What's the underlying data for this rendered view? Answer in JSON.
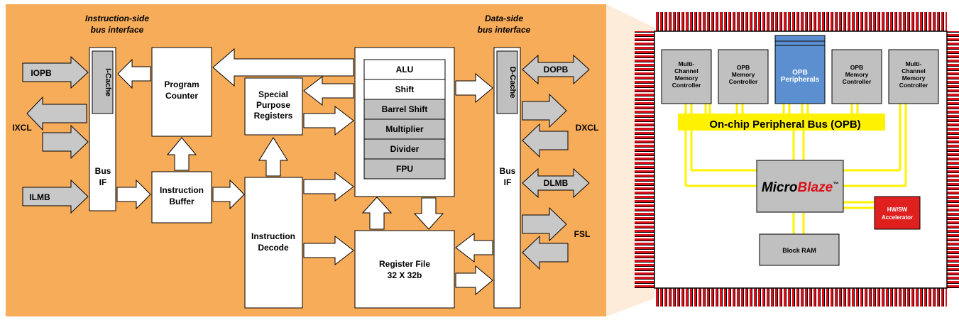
{
  "colors": {
    "background": "#f7ac5a",
    "arrow_gray": "#c8c8c8",
    "box_white": "#ffffff",
    "box_gray": "#c0c0c0",
    "peripheral_blue": "#5b8fd0",
    "bus_yellow": "#fff200",
    "pin_red": "#d9101a",
    "accelerator_red": "#e0201f"
  },
  "left": {
    "instr_side_label": [
      "Instruction-side",
      "bus interface"
    ],
    "data_side_label": [
      "Data-side",
      "bus interface"
    ],
    "port_iopb": "IOPB",
    "port_ixcl": "IXCL",
    "port_ilmb": "ILMB",
    "port_dopb": "DOPB",
    "port_dxcl": "DXCL",
    "port_dlmb": "DLMB",
    "port_fsl": "FSL",
    "icache": "I-Cache",
    "dcache": "D-Cache",
    "bus_if_left": [
      "Bus",
      "IF"
    ],
    "bus_if_right": [
      "Bus",
      "IF"
    ],
    "program_counter": [
      "Program",
      "Counter"
    ],
    "instruction_buffer": [
      "Instruction",
      "Buffer"
    ],
    "special_registers": [
      "Special",
      "Purpose",
      "Registers"
    ],
    "instruction_decode": [
      "Instruction",
      "Decode"
    ],
    "register_file": [
      "Register File",
      "32 X 32b"
    ],
    "alu_units": [
      "ALU",
      "Shift",
      "Barrel Shift",
      "Multiplier",
      "Divider",
      "FPU"
    ]
  },
  "right": {
    "controllers": [
      [
        "Multi-",
        "Channel",
        "Memory",
        "Controller"
      ],
      [
        "OPB",
        "Memory",
        "Controller"
      ],
      [
        "OPB",
        "Peripherals"
      ],
      [
        "OPB",
        "Memory",
        "Controller"
      ],
      [
        "Multi-",
        "Channel",
        "Memory",
        "Controller"
      ]
    ],
    "opb_bus": "On-chip Peripheral Bus (OPB)",
    "microblaze_a": "Micro",
    "microblaze_b": "Blaze",
    "trademark": "™",
    "block_ram": "Block RAM",
    "accelerator": [
      "HW/SW",
      "Accelerator"
    ]
  }
}
